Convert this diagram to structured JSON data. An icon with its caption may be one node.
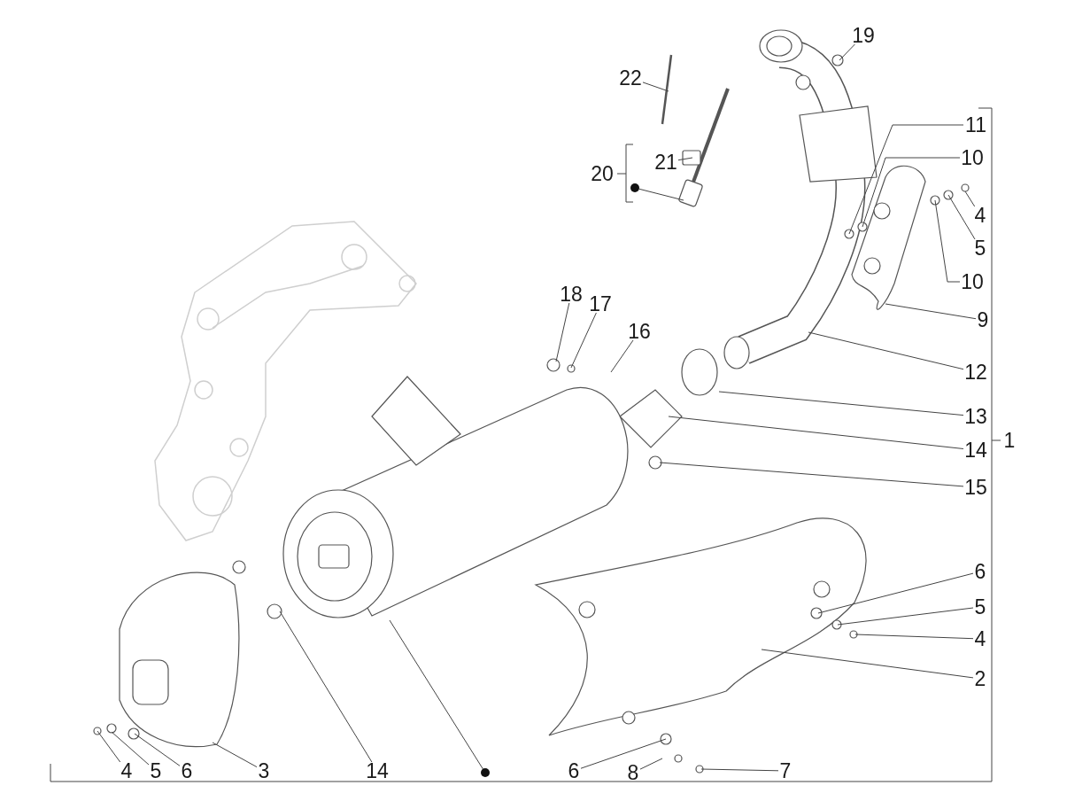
{
  "diagram": {
    "nodes": [
      {
        "text": [
          "1"
        ]
      },
      {
        "text": [
          "2"
        ]
      },
      {
        "text": [
          "3"
        ]
      },
      {
        "text": [
          "4"
        ]
      },
      {
        "text": [
          "5"
        ]
      },
      {
        "text": [
          "6"
        ]
      },
      {
        "text": [
          "4"
        ]
      },
      {
        "text": [
          "5"
        ]
      },
      {
        "text": [
          "6"
        ]
      },
      {
        "text": [
          "6"
        ]
      },
      {
        "text": [
          "8"
        ]
      },
      {
        "text": [
          "7"
        ]
      },
      {
        "text": [
          "14"
        ]
      },
      {
        "text": [],
        "shape": "circle"
      },
      {
        "text": [
          "15"
        ]
      },
      {
        "text": [
          "14"
        ]
      },
      {
        "text": [
          "13"
        ]
      },
      {
        "text": [
          "12"
        ]
      },
      {
        "text": [
          "9"
        ]
      },
      {
        "text": [
          "10"
        ]
      },
      {
        "text": [
          "5"
        ]
      },
      {
        "text": [
          "4"
        ]
      },
      {
        "text": [
          "10"
        ]
      },
      {
        "text": [
          "11"
        ]
      },
      {
        "text": [
          "16"
        ]
      },
      {
        "text": [
          "17"
        ]
      },
      {
        "text": [
          "18"
        ]
      },
      {
        "text": [
          "19"
        ]
      },
      {
        "text": [
          "20"
        ]
      },
      {
        "text": [
          "21"
        ]
      },
      {
        "text": [],
        "shape": "circle"
      },
      {
        "text": [
          "22"
        ]
      }
    ],
    "edges": [
      {
        "from": 1,
        "to": null,
        "arrow": "none"
      },
      {
        "from": 2,
        "to": null,
        "arrow": "none"
      },
      {
        "from": 3,
        "to": null,
        "arrow": "none"
      },
      {
        "from": 4,
        "to": null,
        "arrow": "none"
      },
      {
        "from": 5,
        "to": null,
        "arrow": "none"
      },
      {
        "from": 6,
        "to": null,
        "arrow": "none"
      },
      {
        "from": 7,
        "to": null,
        "arrow": "none"
      },
      {
        "from": 8,
        "to": null,
        "arrow": "none"
      },
      {
        "from": 9,
        "to": null,
        "arrow": "none"
      },
      {
        "from": 10,
        "to": null,
        "arrow": "none"
      },
      {
        "from": 11,
        "to": null,
        "arrow": "none"
      },
      {
        "from": 12,
        "to": null,
        "arrow": "none"
      },
      {
        "from": 13,
        "to": null,
        "arrow": "none"
      },
      {
        "from": 14,
        "to": null,
        "arrow": "none"
      },
      {
        "from": 15,
        "to": null,
        "arrow": "none"
      },
      {
        "from": 16,
        "to": null,
        "arrow": "none"
      },
      {
        "from": 17,
        "to": null,
        "arrow": "none"
      },
      {
        "from": 18,
        "to": null,
        "arrow": "none"
      },
      {
        "from": 19,
        "to": null,
        "arrow": "none"
      },
      {
        "from": 20,
        "to": null,
        "arrow": "none"
      },
      {
        "from": 21,
        "to": null,
        "arrow": "none"
      },
      {
        "from": 22,
        "to": null,
        "arrow": "none"
      },
      {
        "from": 23,
        "to": null,
        "arrow": "none"
      },
      {
        "from": 24,
        "to": null,
        "arrow": "none"
      },
      {
        "from": 25,
        "to": null,
        "arrow": "none"
      },
      {
        "from": 26,
        "to": null,
        "arrow": "none"
      },
      {
        "from": 27,
        "to": null,
        "arrow": "none"
      },
      {
        "from": 29,
        "to": null,
        "arrow": "none"
      },
      {
        "from": 30,
        "to": null,
        "arrow": "none"
      },
      {
        "from": 31,
        "to": null,
        "arrow": "none"
      }
    ]
  }
}
